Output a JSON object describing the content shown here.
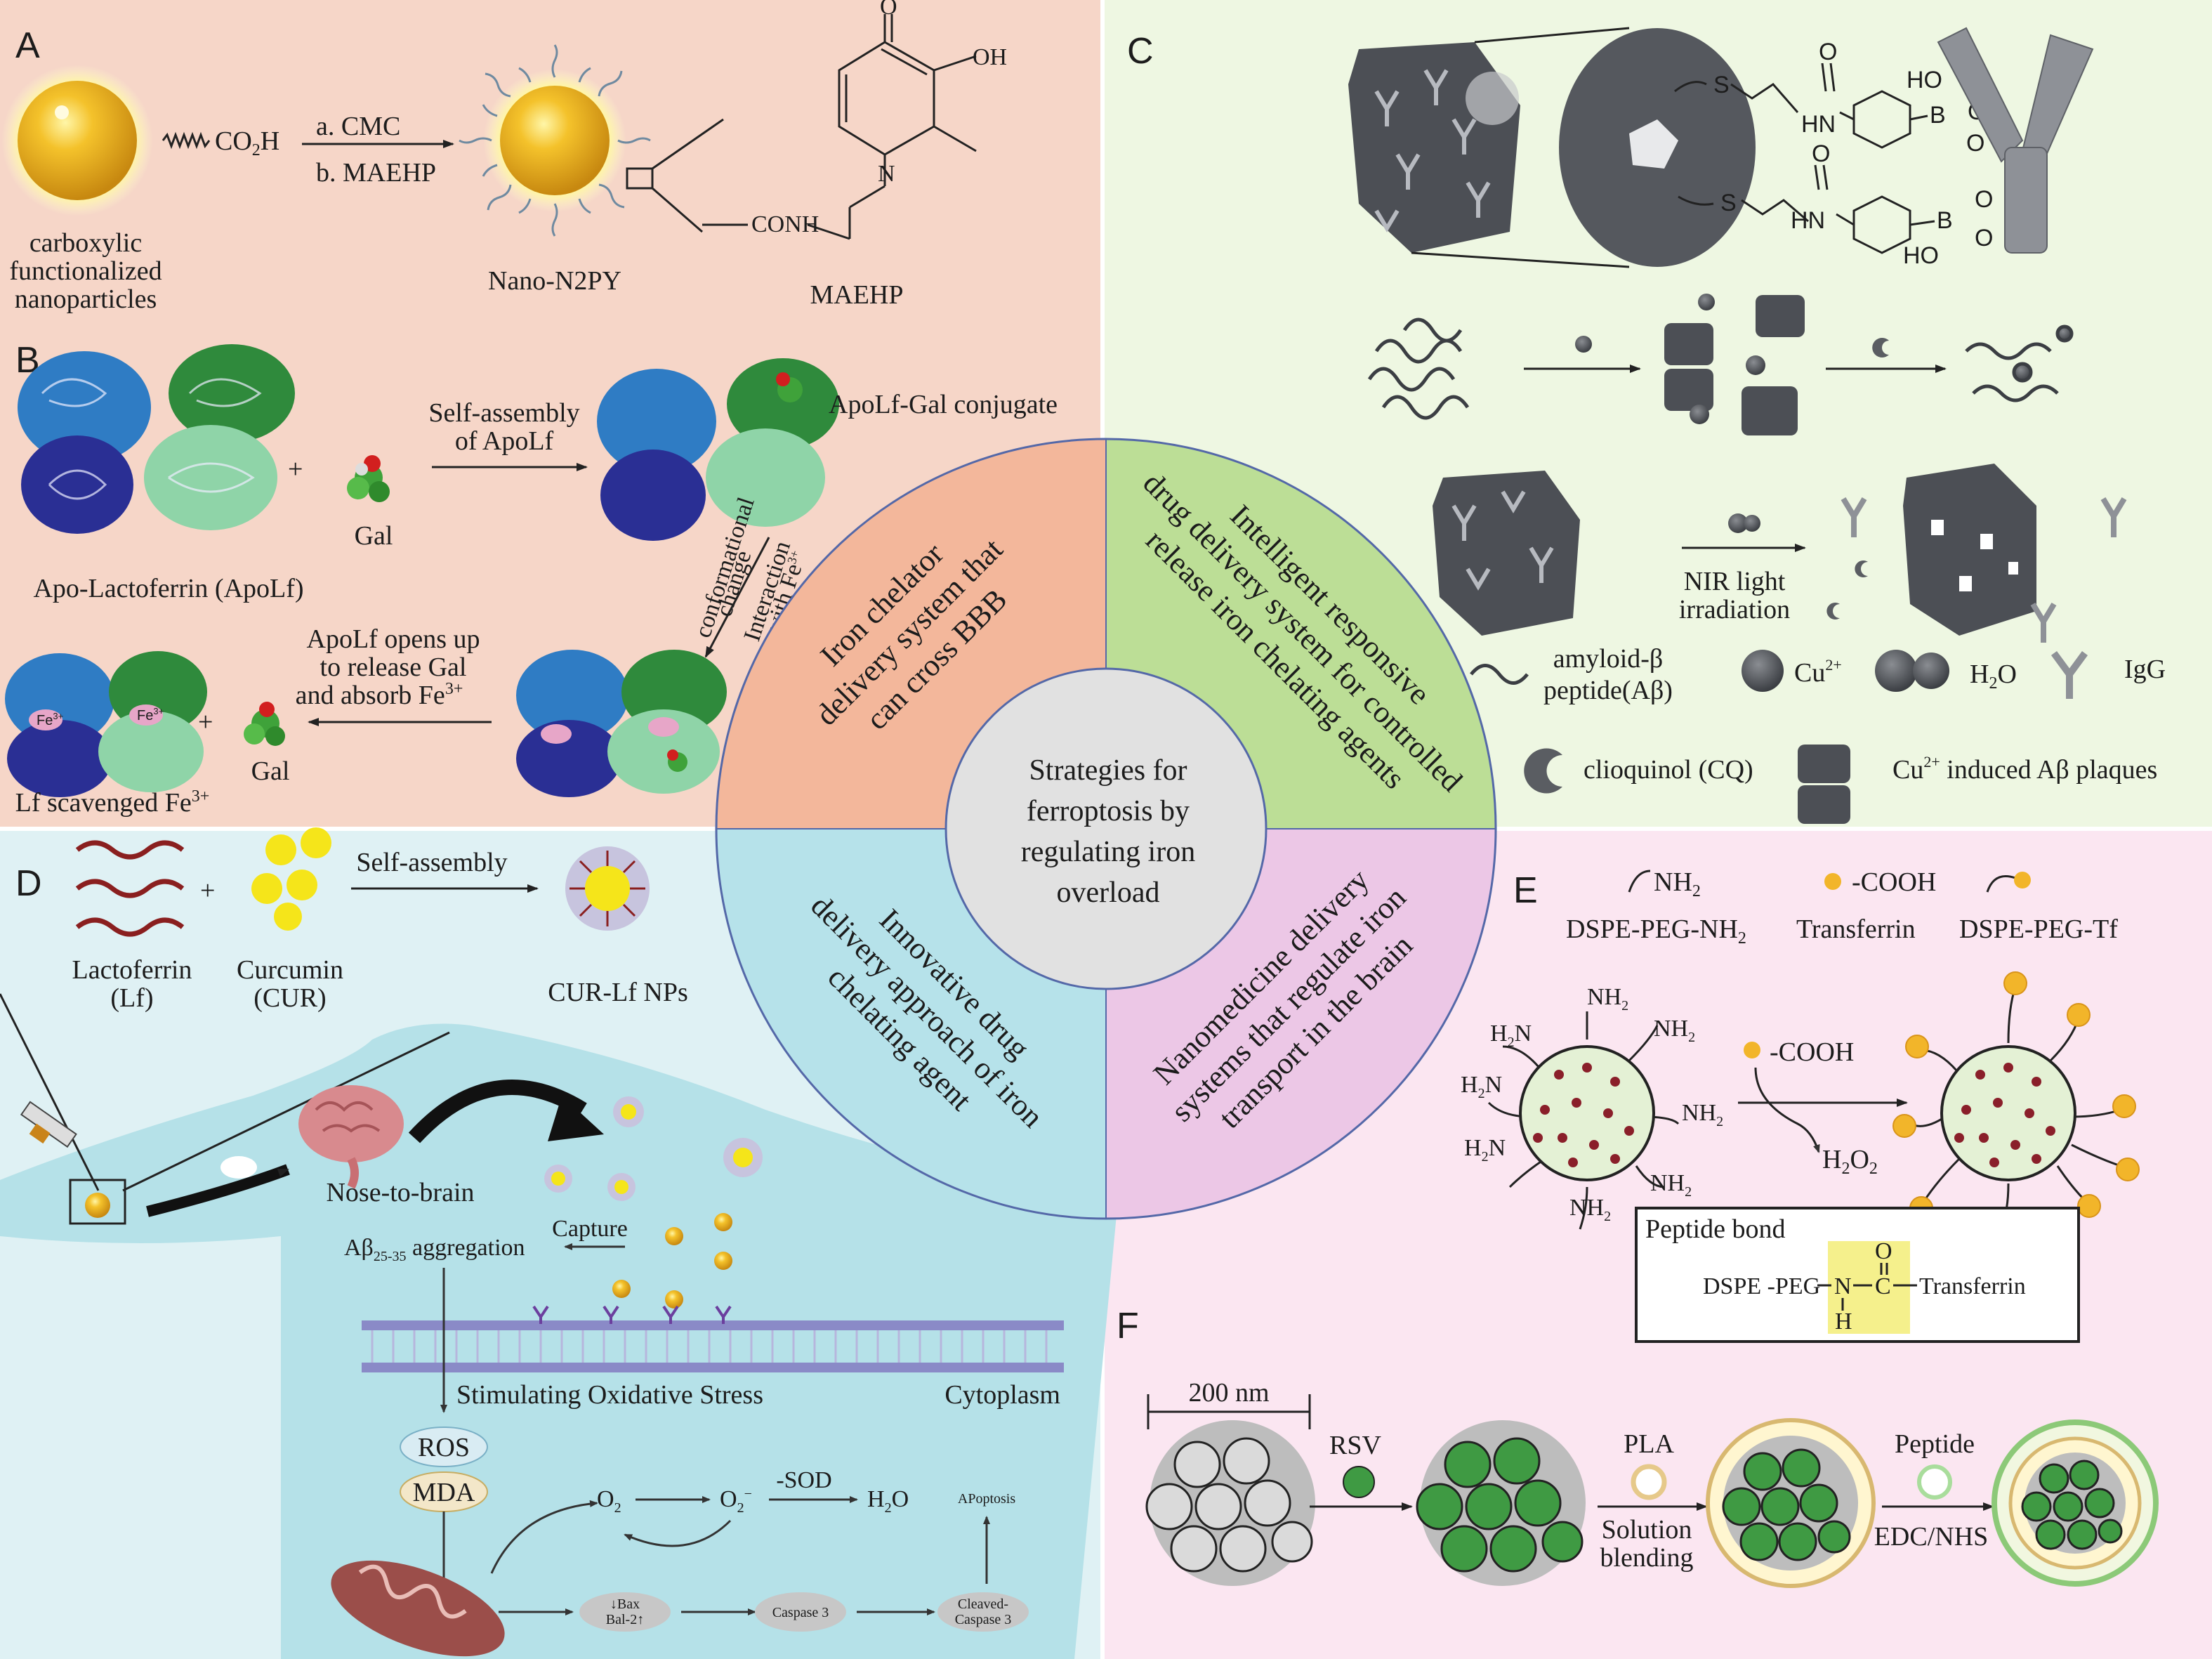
{
  "center": {
    "line1": "Strategies for",
    "line2": "ferroptosis by",
    "line3": "regulating iron",
    "line4": "overload"
  },
  "sectors": {
    "tl": {
      "l1": "Iron chelator",
      "l2": "delivery system that",
      "l3": "can cross BBB"
    },
    "tr": {
      "l1": "Intelligent responsive",
      "l2": "drug delivery system for controlled",
      "l3": "release iron chelating agents"
    },
    "bl": {
      "l1": "Innovative drug",
      "l2": "delivery approach of iron",
      "l3": "chelating agent"
    },
    "br": {
      "l1": "Nanomedicine delivery",
      "l2": "systems that regulate iron",
      "l3": "transport in the brain"
    }
  },
  "panelA": {
    "letter": "A",
    "np_label1": "carboxylic",
    "np_label2": "functionalized",
    "np_label3": "nanoparticles",
    "co2h": "CO",
    "co2h_sub": "2",
    "co2h_end": "H",
    "step_a": "a. CMC",
    "step_b": "b. MAEHP",
    "product": "Nano-N2PY",
    "oh": "OH",
    "o": "O",
    "n": "N",
    "conh": "CONH",
    "maehp": "MAEHP"
  },
  "panelB": {
    "letter": "B",
    "apolf": "Apo-Lactoferrin (ApoLf)",
    "plus": "+",
    "gal": "Gal",
    "self1": "Self-assembly",
    "self2": "of ApoLf",
    "conj": "ApoLf-Gal conjugate",
    "conf1": "conformational",
    "conf2": "change",
    "inter1": "Interaction",
    "inter2": "with Fe",
    "inter2_sup": "3+",
    "open1": "ApoLf opens up",
    "open2": "to release Gal",
    "open3": "and absorb Fe",
    "open3_sup": "3+",
    "lf": "Lf scavenged Fe",
    "lf_sup": "3+",
    "gal2": "Gal",
    "fe": "Fe",
    "fe_sup": "3+"
  },
  "panelC": {
    "letter": "C",
    "s": "S",
    "hn": "HN",
    "o": "O",
    "b": "B",
    "ho": "HO",
    "nir1": "NIR light",
    "nir2": "irradiation",
    "amyloid1": "amyloid-β",
    "amyloid2": "peptide(Aβ)",
    "cu": "Cu",
    "cu_sup": "2+",
    "h2o": "H",
    "h2o_sub": "2",
    "h2o_end": "O",
    "igg": "IgG",
    "cq": "clioquinol (CQ)",
    "plaque_pre": "Cu",
    "plaque_sup": "2+",
    "plaque_post": " induced Aβ plaques"
  },
  "panelD": {
    "letter": "D",
    "lf1": "Lactoferrin",
    "lf2": "(Lf)",
    "cur1": "Curcumin",
    "cur2": "(CUR)",
    "plus": "+",
    "self": "Self-assembly",
    "nps": "CUR-Lf NPs",
    "nose": "Nose-to-brain",
    "capture": "Capture",
    "abeta": "Aβ",
    "abeta_sub": "25-35",
    "abeta_end": " aggregation",
    "stress": "Stimulating Oxidative Stress",
    "cyto": "Cytoplasm",
    "ros": "ROS",
    "mda": "MDA",
    "o2": "O",
    "o2_sub": "2",
    "o2b": "O",
    "o2b_sub": "2",
    "o2b_sup": "−",
    "sod": "-SOD",
    "h2o": "H",
    "h2o_sub": "2",
    "h2o_end": "O",
    "apop": "APoptosis",
    "bax1": "↓Bax",
    "bax2": "Bal-2↑",
    "casp": "Caspase 3",
    "clv1": "Cleaved-",
    "clv2": "Caspase 3"
  },
  "panelE": {
    "letter": "E",
    "nh2": "NH",
    "nh2_sub": "2",
    "cooh": "-COOH",
    "dspe": "DSPE-PEG-NH",
    "dspe_sub": "2",
    "tf": "Transferrin",
    "dspetf": "DSPE-PEG-Tf",
    "h2n": "H",
    "h2n_sub": "2",
    "h2n_end": "N",
    "h2o2": "H",
    "h2o2_sub1": "2",
    "h2o2_mid": "O",
    "h2o2_sub2": "2",
    "pep_title": "Peptide bond",
    "pep_left": "DSPE -PEG",
    "pep_n": "N",
    "pep_h": "H",
    "pep_c": "C",
    "pep_o": "O",
    "pep_right": "Transferrin"
  },
  "panelF": {
    "letter": "F",
    "scale": "200 nm",
    "rsv": "RSV",
    "pla": "PLA",
    "blend1": "Solution",
    "blend2": "blending",
    "peptide": "Peptide",
    "edc": "EDC/NHS"
  },
  "colors": {
    "panelA_bg": "#f6d6c8",
    "panelC_bg": "#eef7e2",
    "panelD_bg": "#d8eef2",
    "panelE_bg": "#fbe6f1",
    "sector_tl": "#f3b79b",
    "sector_tr": "#bcde96",
    "sector_bl": "#b6e2ea",
    "sector_br": "#ecc7e6"
  }
}
